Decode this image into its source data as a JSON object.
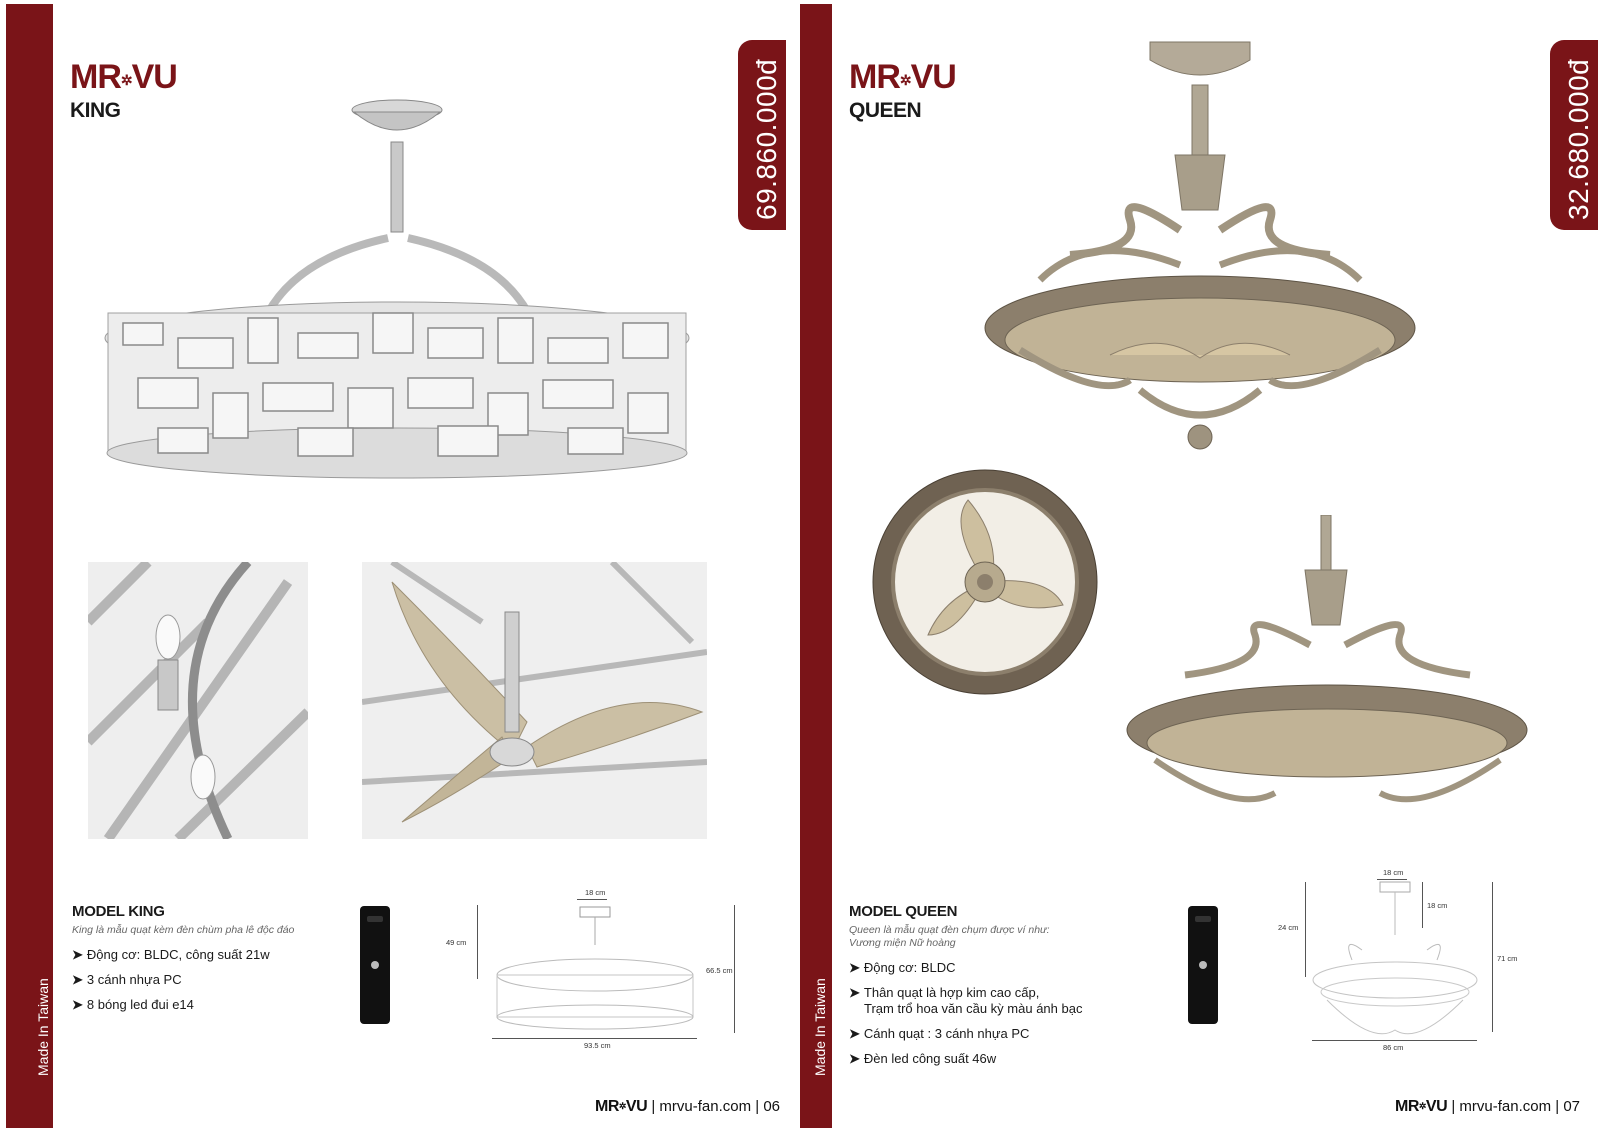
{
  "brand": {
    "name_left": "MR",
    "name_right": "VU",
    "star_icon": "asterisk-star"
  },
  "colors": {
    "accent": "#7a1418",
    "metal_silver": "#c8c8c8",
    "metal_bronze": "#a89a86"
  },
  "pages": {
    "left": {
      "model": "KING",
      "price": "69.860.000đ",
      "made_in": "Made In Taiwan",
      "spec_title": "MODEL KING",
      "spec_subtitle": "King là mẫu quạt kèm đèn chùm pha lê độc đáo",
      "features": [
        "Động cơ: BLDC, công suất 21w",
        "3 cánh nhựa PC",
        "8 bóng led đui e14"
      ],
      "dimensions": {
        "top": "18 cm",
        "left": "49 cm",
        "right": "66.5 cm",
        "bottom": "93.5 cm"
      },
      "footer_site": "mrvu-fan.com",
      "page_number": "06"
    },
    "right": {
      "model": "QUEEN",
      "price": "32.680.000đ",
      "made_in": "Made In Taiwan",
      "spec_title": "MODEL QUEEN",
      "spec_subtitle_1": "Queen là mẫu quạt đèn chụm được ví như:",
      "spec_subtitle_2": "Vương miện Nữ hoàng",
      "features": [
        "Động cơ: BLDC",
        "Thân quạt là hợp kim cao cấp,",
        "Cánh quạt : 3 cánh nhựa PC",
        "Đèn led công suất 46w"
      ],
      "feature_2_line_2": "Trạm trổ hoa văn cầu kỳ màu ánh bạc",
      "dimensions": {
        "top": "18 cm",
        "top_right": "18 cm",
        "left": "24 cm",
        "right": "71 cm",
        "bottom": "86 cm"
      },
      "footer_site": "mrvu-fan.com",
      "page_number": "07"
    }
  }
}
